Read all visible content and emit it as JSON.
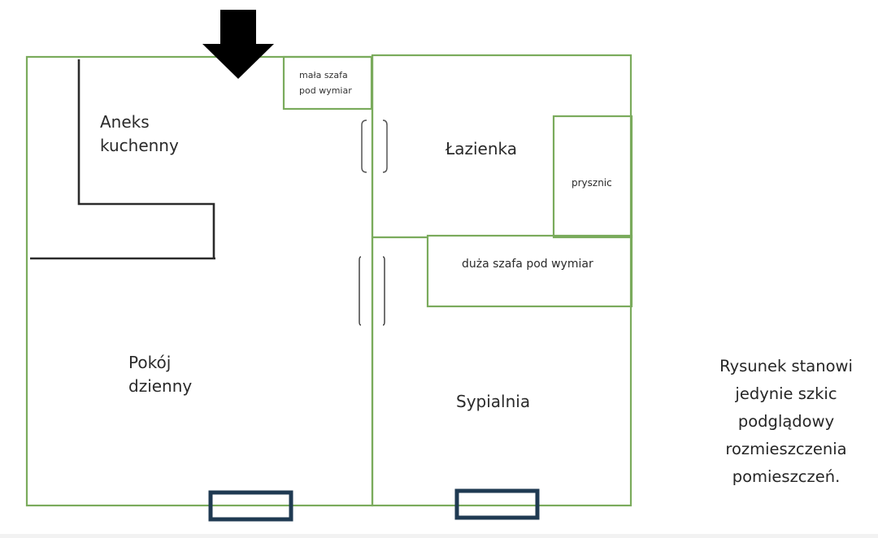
{
  "colors": {
    "wall": "#7aab5c",
    "fixture": "#2b2b2b",
    "window": "#1f3a52",
    "entrance_arrow": "#000000",
    "text": "#262626"
  },
  "entrance": {
    "icon": "arrow-down-icon"
  },
  "rooms": {
    "kitchen": [
      "Aneks",
      "kuchenny"
    ],
    "living_room": [
      "Pokój",
      "dzienny"
    ],
    "bathroom": "Łazienka",
    "shower": "prysznic",
    "bedroom": "Sypialnia",
    "small_wardrobe": [
      "mała szafa",
      "pod wymiar"
    ],
    "large_wardrobe": "duża szafa pod wymiar"
  },
  "note": [
    "Rysunek stanowi",
    "jedynie szkic",
    "podglądowy",
    "rozmieszczenia",
    "pomieszczeń."
  ]
}
